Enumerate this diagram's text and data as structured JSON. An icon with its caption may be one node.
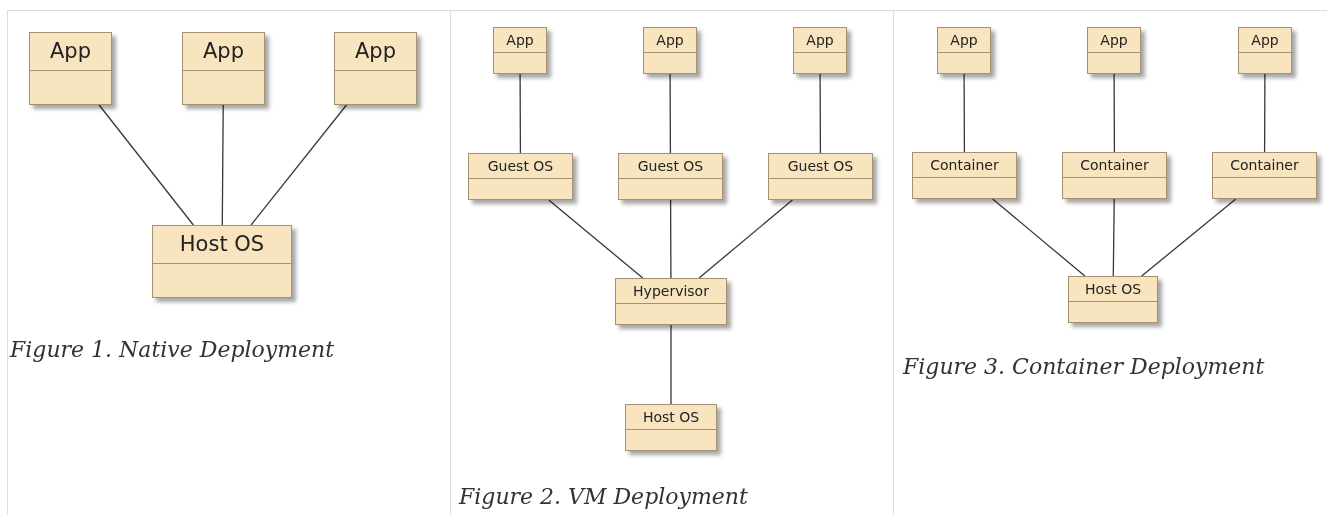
{
  "diagram": {
    "nodes": [
      {
        "text": [
          "App"
        ]
      },
      {
        "text": [
          "App"
        ]
      },
      {
        "text": [
          "App"
        ]
      },
      {
        "text": [
          "Host OS"
        ]
      },
      {
        "text": [
          "App"
        ]
      },
      {
        "text": [
          "App"
        ]
      },
      {
        "text": [
          "App"
        ]
      },
      {
        "text": [
          "Guest OS"
        ]
      },
      {
        "text": [
          "Guest OS"
        ]
      },
      {
        "text": [
          "Guest OS"
        ]
      },
      {
        "text": [
          "Hypervisor"
        ]
      },
      {
        "text": [
          "Host OS"
        ]
      },
      {
        "text": [
          "App"
        ]
      },
      {
        "text": [
          "App"
        ]
      },
      {
        "text": [
          "App"
        ]
      },
      {
        "text": [
          "Container"
        ]
      },
      {
        "text": [
          "Container"
        ]
      },
      {
        "text": [
          "Container"
        ]
      },
      {
        "text": [
          "Host OS"
        ]
      }
    ],
    "edges": [
      {
        "from": 0,
        "to": 3,
        "arrow": "none"
      },
      {
        "from": 1,
        "to": 3,
        "arrow": "none"
      },
      {
        "from": 2,
        "to": 3,
        "arrow": "none"
      },
      {
        "from": 4,
        "to": 7,
        "arrow": "none"
      },
      {
        "from": 5,
        "to": 8,
        "arrow": "none"
      },
      {
        "from": 6,
        "to": 9,
        "arrow": "none"
      },
      {
        "from": 7,
        "to": 10,
        "arrow": "none"
      },
      {
        "from": 8,
        "to": 10,
        "arrow": "none"
      },
      {
        "from": 9,
        "to": 10,
        "arrow": "none"
      },
      {
        "from": 10,
        "to": 11,
        "arrow": "none"
      },
      {
        "from": 12,
        "to": 15,
        "arrow": "none"
      },
      {
        "from": 13,
        "to": 16,
        "arrow": "none"
      },
      {
        "from": 14,
        "to": 17,
        "arrow": "none"
      },
      {
        "from": 15,
        "to": 18,
        "arrow": "none"
      },
      {
        "from": 16,
        "to": 18,
        "arrow": "none"
      },
      {
        "from": 17,
        "to": 18,
        "arrow": "none"
      }
    ],
    "labels": [
      "Figure 1. Native Deployment",
      "Figure 2. VM Deployment",
      "Figure 3. Container Deployment"
    ]
  }
}
